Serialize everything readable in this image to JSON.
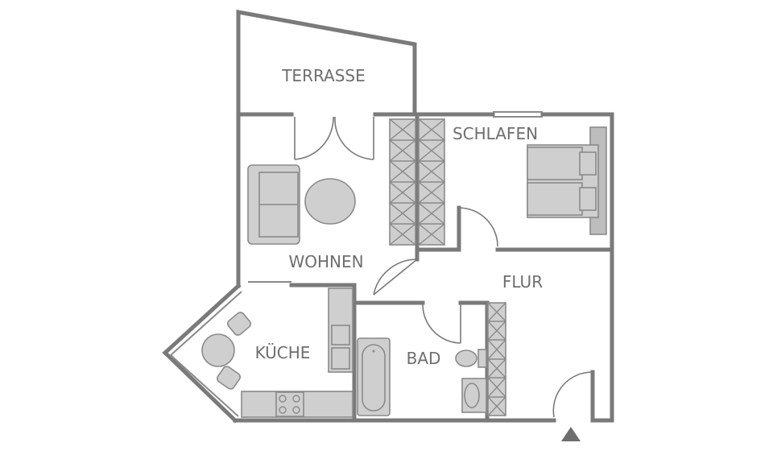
{
  "rooms": {
    "terrace": "TERRASSE",
    "bedroom": "SCHLAFEN",
    "living": "WOHNEN",
    "hall": "FLUR",
    "kitchen": "KÜCHE",
    "bath": "BAD"
  },
  "colors": {
    "wall": "#7a7a7a",
    "furniture": "#cfcfcf",
    "label": "#6e6e6e",
    "background": "#ffffff"
  },
  "icons": {
    "entrance": "entrance-arrow-icon"
  }
}
